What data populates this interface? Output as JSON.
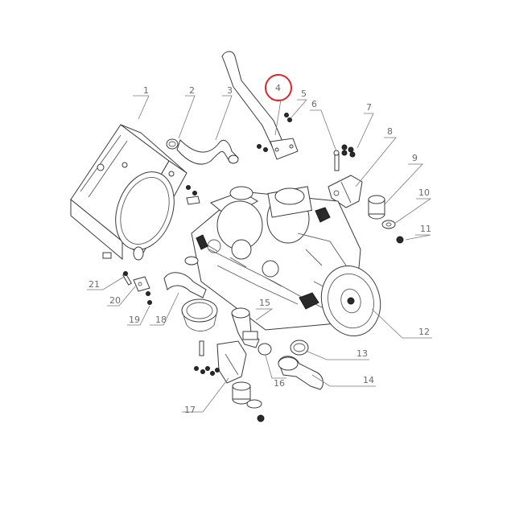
{
  "diagram": {
    "highlight_color": "#d9262c",
    "highlighted_callout": "4",
    "callouts": [
      {
        "id": "c1",
        "label": "1"
      },
      {
        "id": "c2",
        "label": "2"
      },
      {
        "id": "c3",
        "label": "3"
      },
      {
        "id": "c4",
        "label": "4"
      },
      {
        "id": "c5",
        "label": "5"
      },
      {
        "id": "c6",
        "label": "6"
      },
      {
        "id": "c7",
        "label": "7"
      },
      {
        "id": "c8",
        "label": "8"
      },
      {
        "id": "c9",
        "label": "9"
      },
      {
        "id": "c10",
        "label": "10"
      },
      {
        "id": "c11",
        "label": "11"
      },
      {
        "id": "c12",
        "label": "12"
      },
      {
        "id": "c13",
        "label": "13"
      },
      {
        "id": "c14",
        "label": "14"
      },
      {
        "id": "c15",
        "label": "15"
      },
      {
        "id": "c16",
        "label": "16"
      },
      {
        "id": "c17",
        "label": "17"
      },
      {
        "id": "c18",
        "label": "18"
      },
      {
        "id": "c19",
        "label": "19"
      },
      {
        "id": "c20",
        "label": "20"
      },
      {
        "id": "c21",
        "label": "21"
      }
    ]
  }
}
